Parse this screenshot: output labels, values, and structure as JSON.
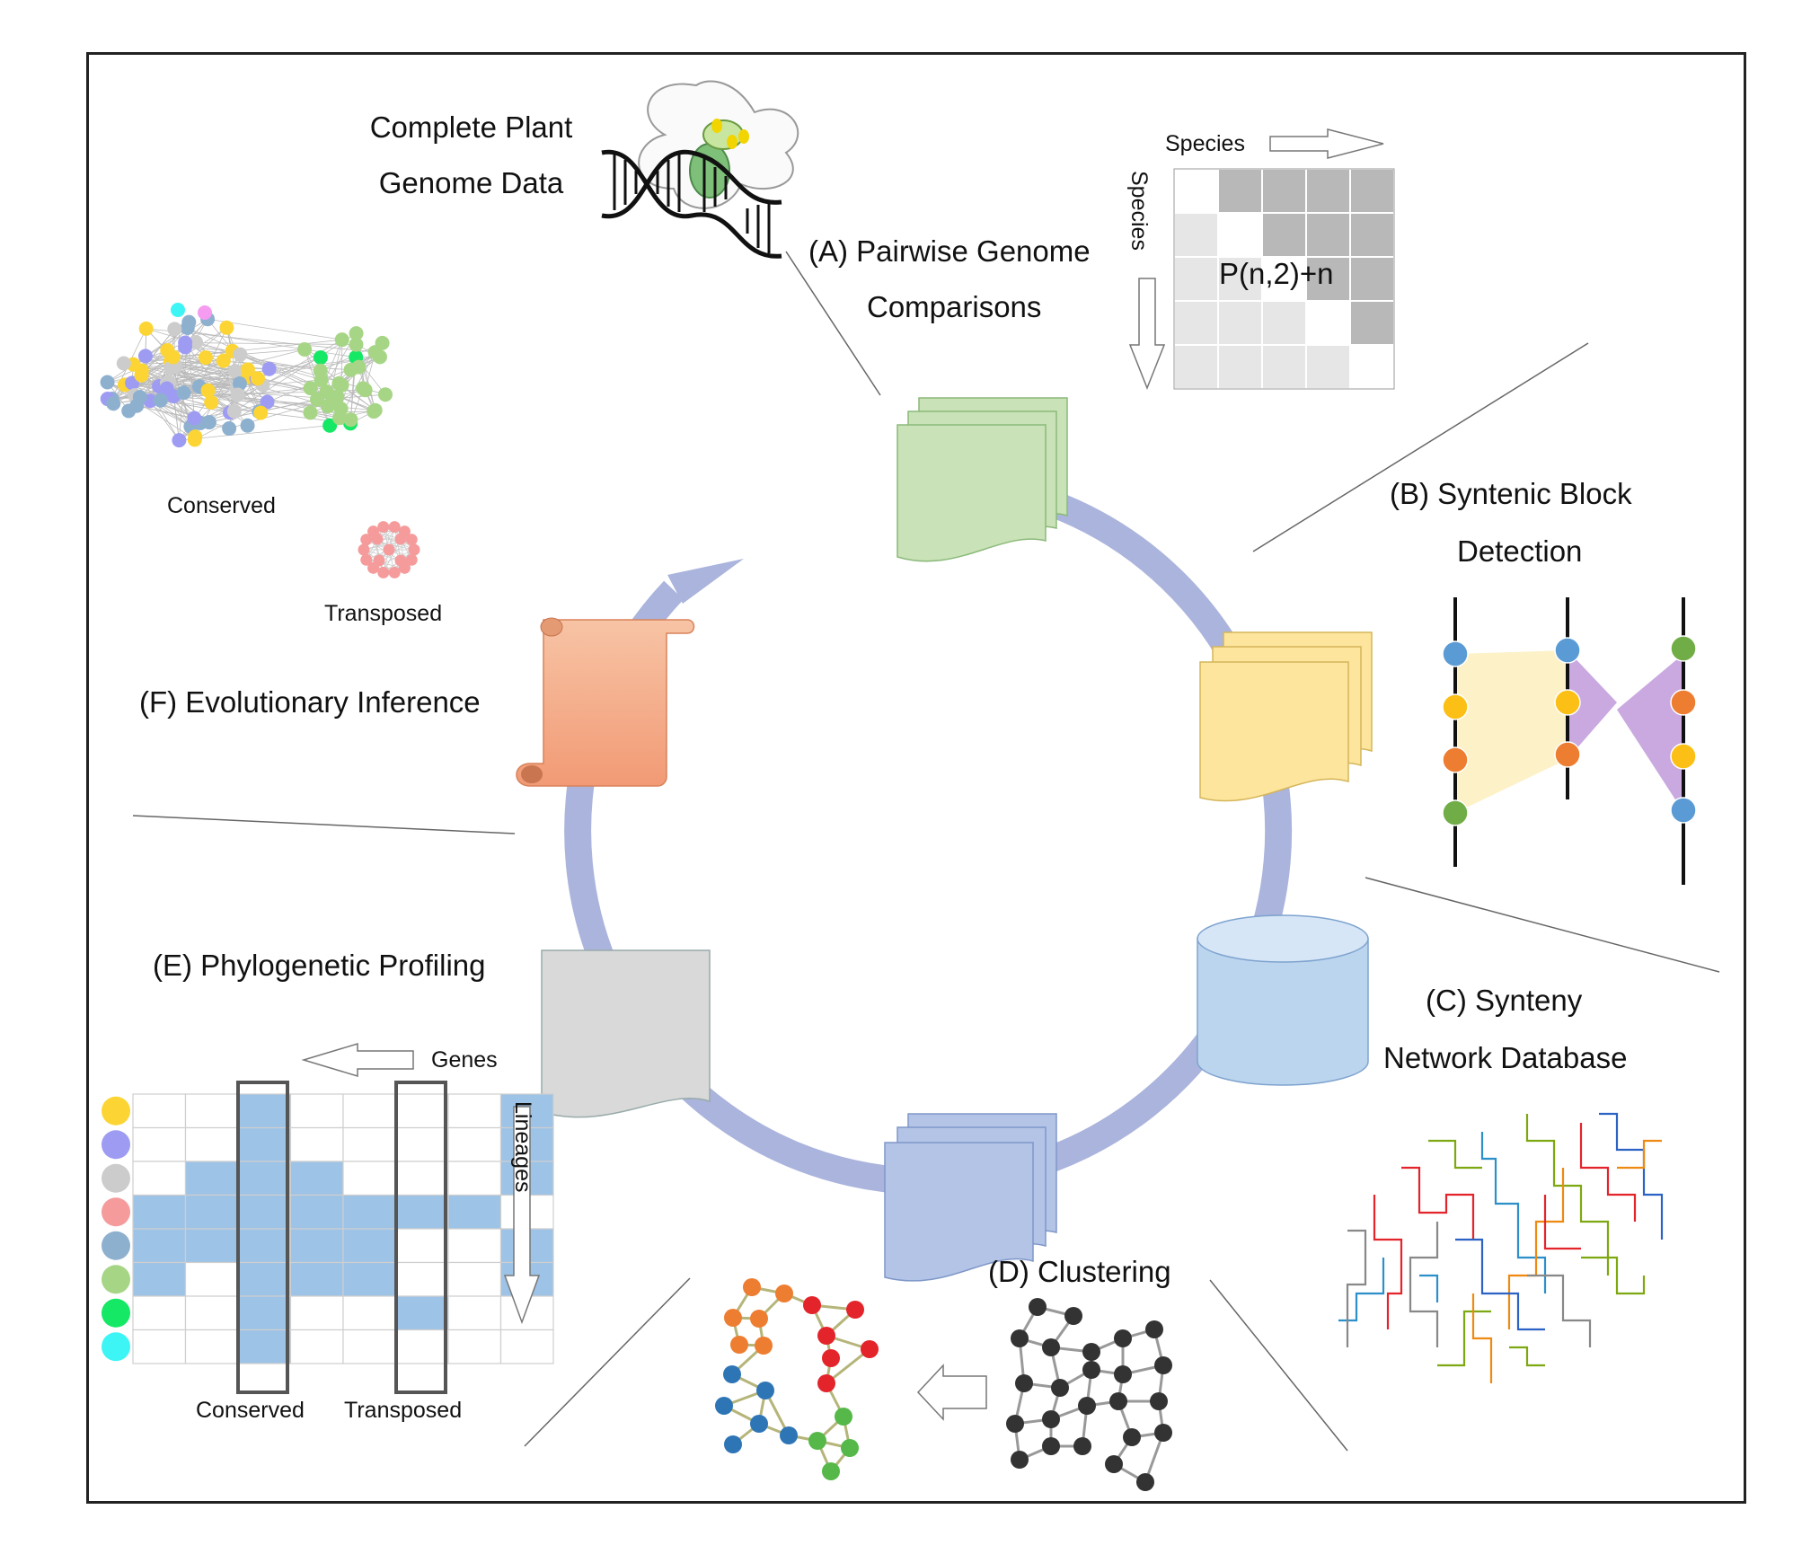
{
  "title_block": {
    "line1": "Complete Plant",
    "line2": "Genome Data"
  },
  "step_a": {
    "line1": "(A) Pairwise Genome",
    "line2": "Comparisons",
    "matrix_formula": "P(n,2)+n",
    "axis_top": "Species",
    "axis_side": "Species"
  },
  "step_b": {
    "line1": "(B) Syntenic Block",
    "line2": "Detection"
  },
  "step_c": {
    "line1": "(C) Synteny",
    "line2": "Network Database"
  },
  "step_d": {
    "label": "(D) Clustering"
  },
  "step_e": {
    "label": "(E) Phylogenetic Profiling",
    "axis_top": "Genes",
    "axis_side": "Lineages",
    "col_conserved": "Conserved",
    "col_transposed": "Transposed"
  },
  "step_f": {
    "label": "(F) Evolutionary Inference",
    "network_conserved": "Conserved",
    "network_transposed": "Transposed"
  },
  "colors": {
    "cycle_arrow": "#aab4dc",
    "doc_green": "#c9e2b7",
    "doc_yellow": "#fde59d",
    "database_blue": "#bcd5ee",
    "doc_blue": "#b3c4e6",
    "doc_gray": "#d9d9d9",
    "scroll_orange": "#f4a582",
    "profile_fill": "#9dc3e6",
    "lineage_colors": [
      "#fcd535",
      "#9e9cf2",
      "#cccccc",
      "#f59b9b",
      "#8eb0cf",
      "#a6d685",
      "#15e865",
      "#3df5f5"
    ]
  }
}
